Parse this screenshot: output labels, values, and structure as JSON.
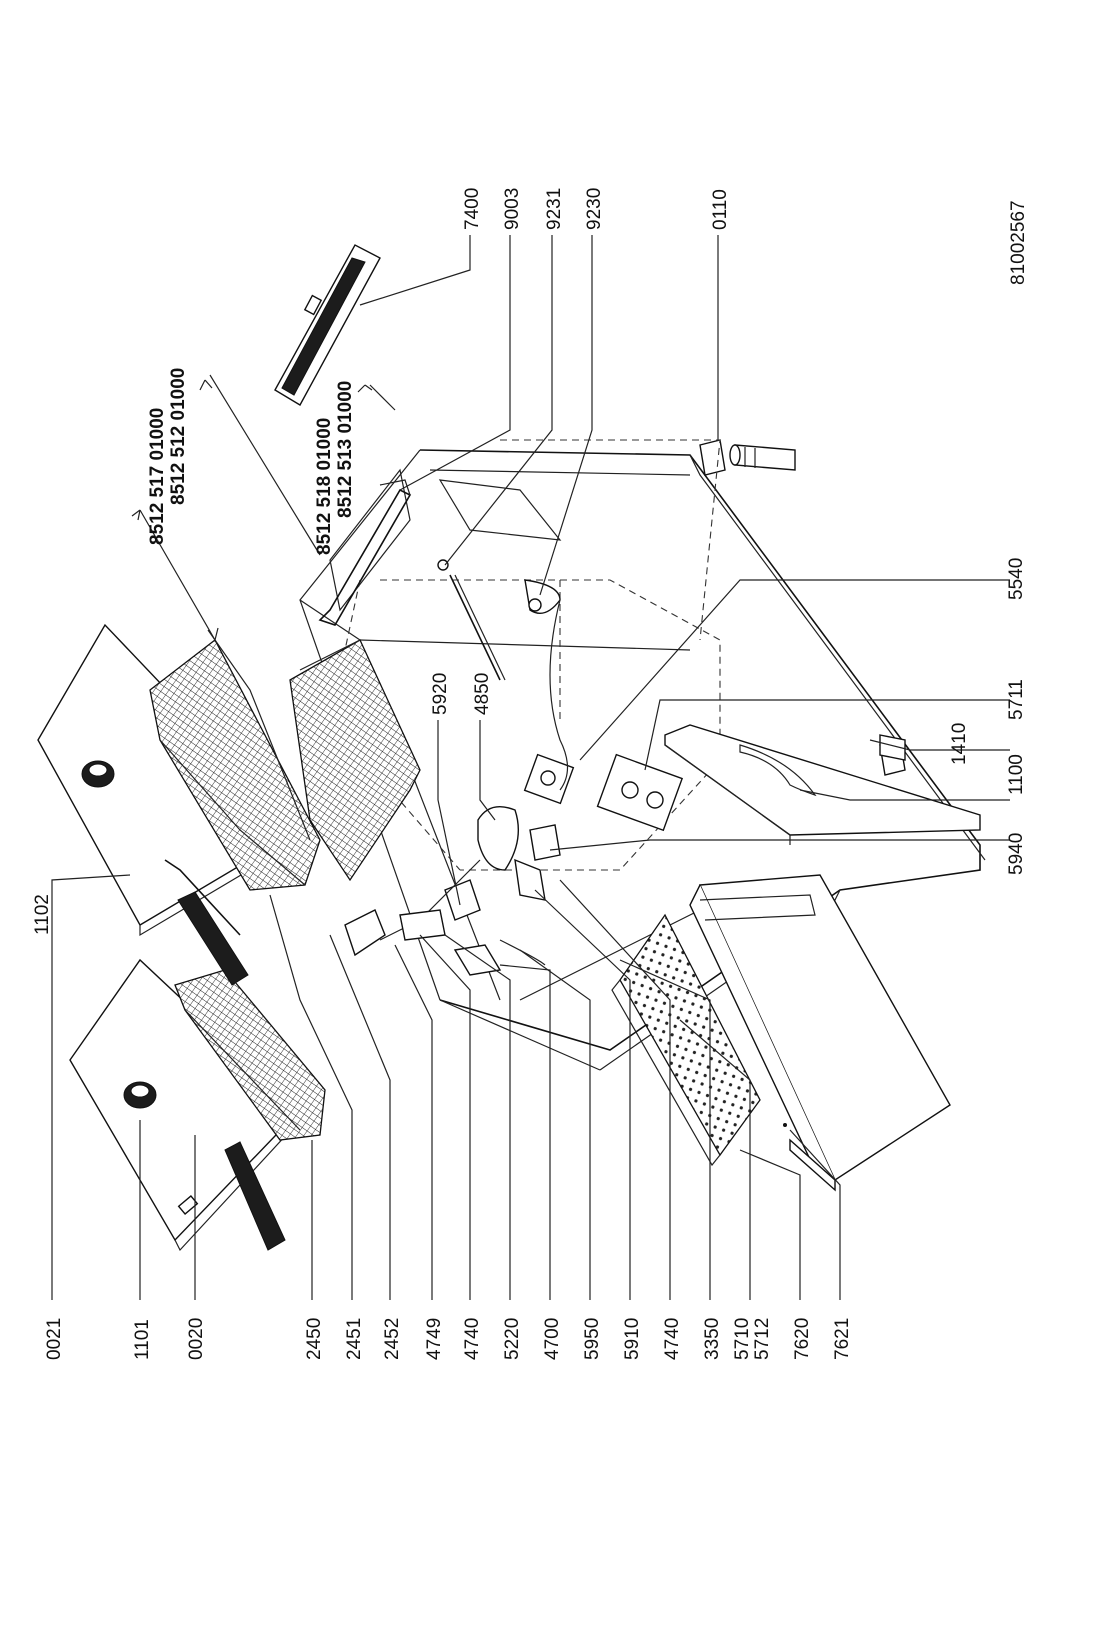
{
  "drawing_number": "81002567",
  "labels": {
    "bottom_row": [
      "0021",
      "1101",
      "0020",
      "2450",
      "2451",
      "2452",
      "4749",
      "4740",
      "5220",
      "4700",
      "5950",
      "5910",
      "4740",
      "3350",
      "5710",
      "5712",
      "7620",
      "7621"
    ],
    "left_side": [
      "1102"
    ],
    "top_row": [
      "7400",
      "9003",
      "9231",
      "9230",
      "0110"
    ],
    "right_side": [
      "5540",
      "5711",
      "1410",
      "1100",
      "5940"
    ],
    "interior": [
      "5920",
      "4850"
    ],
    "basket_codes": {
      "left": [
        "8512 517 01000",
        "8512 512 01000"
      ],
      "right": [
        "8512 518 01000",
        "8512 513 01000"
      ]
    }
  }
}
